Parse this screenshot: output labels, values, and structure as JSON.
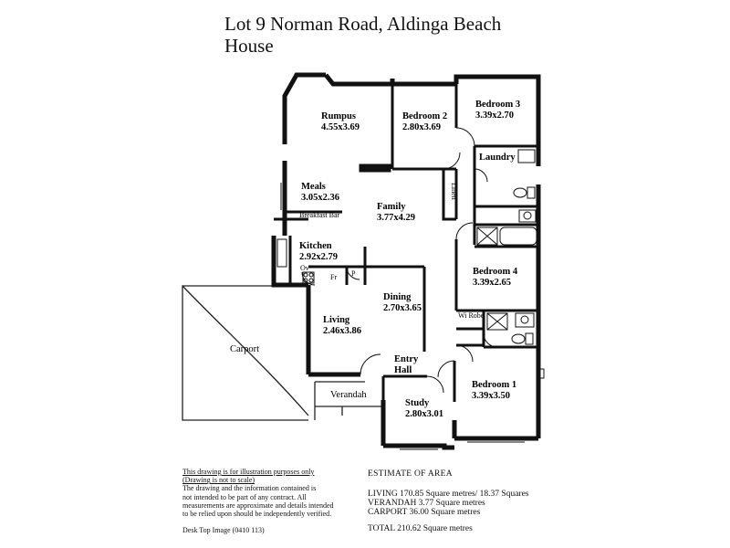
{
  "header": {
    "title_line1": "Lot 9 Norman Road,  Aldinga Beach",
    "title_line2": "House"
  },
  "rooms": {
    "rumpus": {
      "name": "Rumpus",
      "size": "4.55x3.69"
    },
    "bedroom2": {
      "name": "Bedroom 2",
      "size": "2.80x3.69"
    },
    "bedroom3": {
      "name": "Bedroom 3",
      "size": "3.39x2.70"
    },
    "laundry": {
      "name": "Laundry"
    },
    "meals": {
      "name": "Meals",
      "size": "3.05x2.36"
    },
    "family": {
      "name": "Family",
      "size": "3.77x4.29"
    },
    "linen": {
      "name": "Linen"
    },
    "breakfast_bar": {
      "name": "Breakfast Bar"
    },
    "kitchen": {
      "name": "Kitchen",
      "size": "2.92x2.79"
    },
    "oven": {
      "name": "Ov"
    },
    "fridge": {
      "name": "Fr"
    },
    "pantry": {
      "name": "P"
    },
    "bedroom4": {
      "name": "Bedroom 4",
      "size": "3.39x2.65"
    },
    "dining": {
      "name": "Dining",
      "size": "2.70x3.65"
    },
    "living": {
      "name": "Living",
      "size": "2.46x3.86"
    },
    "wirobe": {
      "name": "Wi Robe"
    },
    "carport": {
      "name": "Carport"
    },
    "entry": {
      "name": "Entry",
      "name2": "Hall"
    },
    "bedroom1": {
      "name": "Bedroom 1",
      "size": "3.39x3.50"
    },
    "verandah": {
      "name": "Verandah"
    },
    "study": {
      "name": "Study",
      "size": "2.80x3.01"
    }
  },
  "disclaimer": {
    "line1": "This drawing is for illustration purposes only",
    "line2": "(Drawing is not to scale)",
    "line3": "The drawing and the information contained is",
    "line4": "not intended to be part of any contract.  All",
    "line5": "measurements are approximate and details intended",
    "line6": "to be relied upon should be independently verified.",
    "code": "Desk Top Image  (0410 113)"
  },
  "estimate": {
    "heading": "ESTIMATE OF AREA",
    "living": "LIVING  170.85 Square metres/ 18.37 Squares",
    "verandah": "VERANDAH  3.77 Square metres",
    "carport": "CARPORT  36.00 Square metres",
    "total": "TOTAL  210.62 Square metres"
  }
}
